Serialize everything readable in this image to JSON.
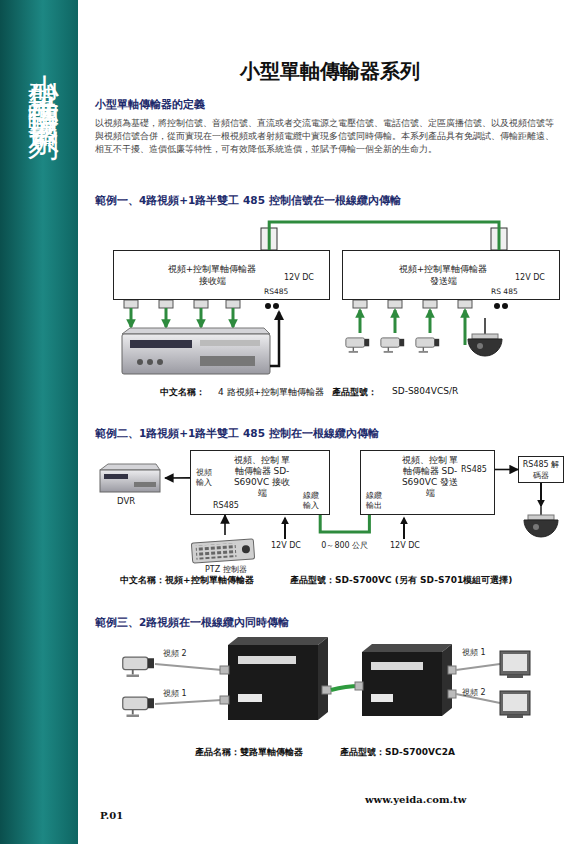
{
  "diagram": {
    "title": "小型單軸傳輸器系列",
    "nodes": [
      {
        "text": [
          "小型單軸傳輸器系列"
        ]
      },
      {
        "text": [
          "視頻+控制單軸傳輸器 接收端",
          "12V DC",
          "RS485"
        ]
      },
      {
        "text": [
          "視頻+控制單軸傳輸器 發送端",
          "12V DC",
          "RS 485"
        ]
      },
      {
        "text": [
          "DVR"
        ]
      },
      {
        "text": [
          "視頻、控制 單軸傳輸器 SD-S690VC 接收端",
          "視頻 輸入",
          "RS485",
          "線纜 輸入"
        ]
      },
      {
        "text": [
          "視頻、控制 單軸傳輸器 SD-S690VC 發送端",
          "線纜 輸出",
          "RS485"
        ]
      },
      {
        "text": [
          "RS485 解碼器"
        ]
      },
      {
        "text": [
          "PTZ 控制器"
        ]
      }
    ],
    "edges": [
      {
        "from": 1,
        "to": 2,
        "arrow": "none"
      },
      {
        "from": 4,
        "to": 3,
        "arrow": "to"
      },
      {
        "from": 7,
        "to": 4,
        "arrow": "to"
      },
      {
        "from": 4,
        "to": 5,
        "label": "0～800 公尺",
        "arrow": "none"
      },
      {
        "from": 5,
        "to": 6,
        "arrow": "to"
      }
    ],
    "labels": [
      "小型單軸傳輸器的定義",
      "以視頻為基礎，將控制信號、音頻信號、直流或者交流電源之電壓信號、電話信號、定區廣播信號、以及視頻信號等與視頻信號合併，從而實現在一根視頻或者射頻電纜中實現多信號同時傳輸。本系列產品具有免調試、傳輸距離遠、相互不干擾、造價低廉等特性，可有效降低系統造價，並賦予傳輸一個全新的生命力。",
      "範例一、4路視頻+1路半雙工 485 控制信號在一根線纜內傳輸",
      "中文名稱：",
      "4 路視頻+控制單軸傳輸器",
      "產品型號：",
      "SD-S804VCS/R",
      "範例二、1路視頻+1路半雙工 485 控制在一根線纜內傳輸",
      "12V DC",
      "12V DC",
      "中文名稱：視頻+控制單軸傳輸器",
      "產品型號：SD-S700VC (另有 SD-S701模組可選擇)",
      "範例三、2路視頻在一根線纜內同時傳輸",
      "視頻 2",
      "視頻 1",
      "視頻 1",
      "視頻 2",
      "產品名稱：雙路單軸傳輸器",
      "產品型號：SD-S700VC2A",
      "www.yeida.com.tw",
      "P.01"
    ]
  }
}
